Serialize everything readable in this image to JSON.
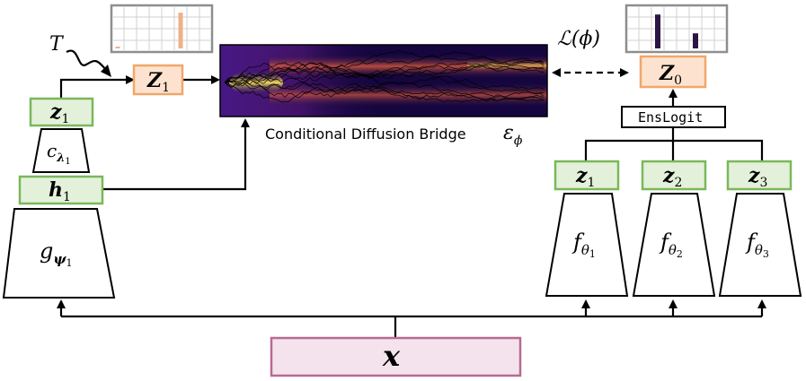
{
  "colors": {
    "green_fill": "#e3f1da",
    "green_stroke": "#7ab85a",
    "orange_fill": "#fde3cf",
    "orange_stroke": "#f0a76b",
    "pink_fill": "#f4e3ec",
    "pink_stroke": "#b86a93",
    "bar_orange": "#f0b089",
    "bar_purple": "#2c1544",
    "heatmap_bg": "#150640"
  },
  "left_branch": {
    "temperature_label": "T",
    "z1_orange": "Z",
    "z1_orange_sub": "1",
    "z1_green": "z",
    "z1_green_sub": "1",
    "classifier": "c",
    "classifier_sub": "λ",
    "classifier_subsub": "1",
    "h1": "h",
    "h1_sub": "1",
    "encoder": "g",
    "encoder_sub": "ψ",
    "encoder_subsub": "1"
  },
  "bridge": {
    "caption": "Conditional Diffusion Bridge",
    "model_symbol": "ε",
    "model_sub": "ϕ"
  },
  "loss": {
    "label": "ℒ(ϕ)"
  },
  "right_branch": {
    "z0": "Z",
    "z0_sub": "0",
    "ens_logit": "EnsLogit",
    "members": [
      {
        "z": "z",
        "z_sub": "1",
        "f": "f",
        "f_sub": "θ",
        "f_subsub": "1"
      },
      {
        "z": "z",
        "z_sub": "2",
        "f": "f",
        "f_sub": "θ",
        "f_subsub": "2"
      },
      {
        "z": "z",
        "z_sub": "3",
        "f": "f",
        "f_sub": "θ",
        "f_subsub": "3"
      }
    ]
  },
  "input": {
    "label": "x"
  },
  "hist_left": {
    "values": [
      0.04,
      0.0,
      0.0,
      0.0,
      0.0,
      0.95,
      0.0,
      0.0
    ]
  },
  "hist_right": {
    "values": [
      0.0,
      0.0,
      0.9,
      0.0,
      0.0,
      0.4,
      0.0,
      0.0
    ]
  }
}
